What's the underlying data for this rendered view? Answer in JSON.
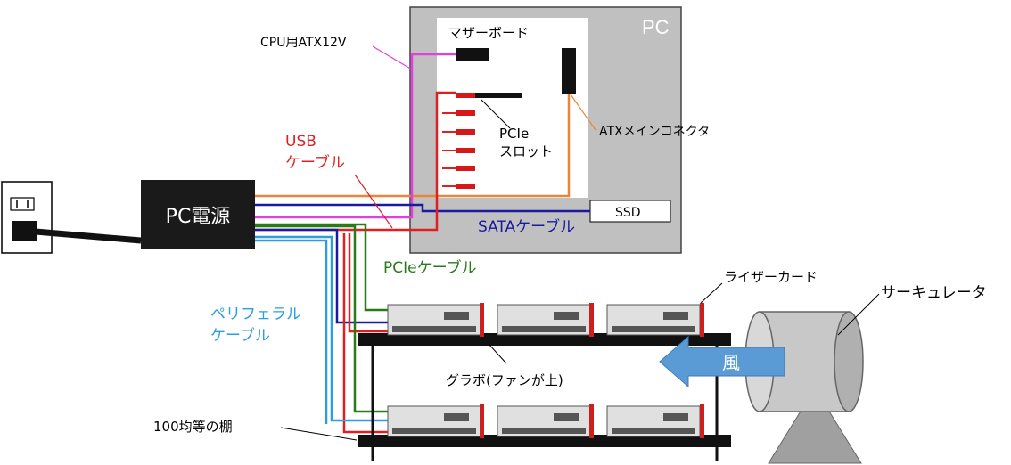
{
  "labels": {
    "pc": "PC",
    "motherboard": "マザーボード",
    "cpu_atx12v": "CPU用ATX12V",
    "atx_main": "ATXメインコネクタ",
    "pcie_slot_line1": "PCIe",
    "pcie_slot_line2": "スロット",
    "usb_line1": "USB",
    "usb_line2": "ケーブル",
    "psu": "PC電源",
    "ssd": "SSD",
    "sata_cable": "SATAケーブル",
    "pcie_cable": "PCIeケーブル",
    "peripheral_line1": "ペリフェラル",
    "peripheral_line2": "ケーブル",
    "riser_card": "ライザーカード",
    "circulator": "サーキュレータ",
    "wind": "風",
    "gpu_note": "グラボ(ファンが上)",
    "shelf": "100均等の棚"
  },
  "colors": {
    "cpu_cable": "#e040e0",
    "atx_cable": "#e8873a",
    "usb_cable": "#e02020",
    "sata_cable": "#1a1aa0",
    "pcie_cable": "#2a7a1a",
    "peripheral_cable": "#2a9ee0",
    "riser": "#cc1f1f",
    "wind_arrow": "#5b9bd5",
    "pc_case": "#c0c0c0"
  }
}
